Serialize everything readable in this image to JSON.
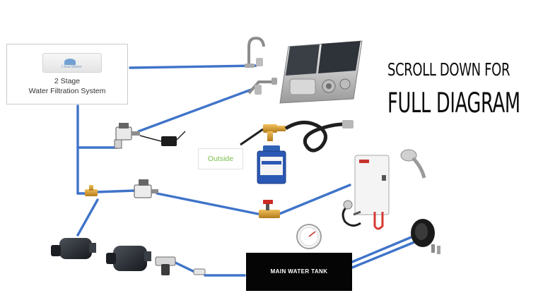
{
  "filtration_system": {
    "line1": "2 Stage",
    "line2": "Water Filtration System",
    "logo_text": "CleanWater"
  },
  "outside_label": "Outside",
  "main_tank_label": "MAIN WATER TANK",
  "callout": {
    "line1": "SCROLL DOWN FOR",
    "line2": "FULL DIAGRAM"
  },
  "colors": {
    "pipe": "#3f74c9",
    "tank": "#050505",
    "outside_text": "#7bbf4a"
  },
  "icons": [
    "faucet-icon",
    "sink-stove-combo-icon",
    "shower-faucet-icon",
    "solenoid-valve-icon",
    "adapter-plug-icon",
    "brass-tee-icon",
    "hose-icon",
    "water-jug-icon",
    "water-heater-icon",
    "shower-head-icon",
    "ball-valve-icon",
    "pressure-gauge-icon",
    "water-pump-icon",
    "strainer-icon",
    "fitting-icon",
    "toilet-flush-icon",
    "keys-icon"
  ]
}
